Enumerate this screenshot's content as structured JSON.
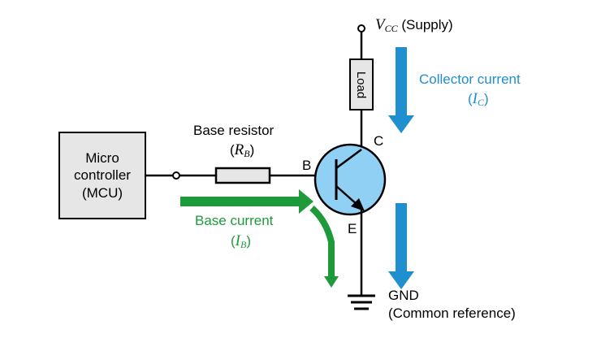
{
  "mcu": {
    "line1": "Micro",
    "line2": "controller",
    "line3": "(MCU)"
  },
  "load_label": "Load",
  "supply": {
    "symbol": "V",
    "subscript": "CC",
    "text": "(Supply)"
  },
  "base_resistor": {
    "label": "Base resistor",
    "symbol": "R",
    "subscript": "B"
  },
  "terminals": {
    "base": "B",
    "collector": "C",
    "emitter": "E"
  },
  "base_current": {
    "label": "Base current",
    "symbol": "I",
    "subscript": "B"
  },
  "collector_current": {
    "label": "Collector current",
    "symbol": "I",
    "subscript": "C"
  },
  "ground": {
    "label": "GND",
    "sublabel": "(Common reference)"
  },
  "colors": {
    "green": "#1f9a3a",
    "blue": "#1f8fd0",
    "transistor_fill": "#8fd0f4",
    "box_fill": "#e6e6e6"
  }
}
